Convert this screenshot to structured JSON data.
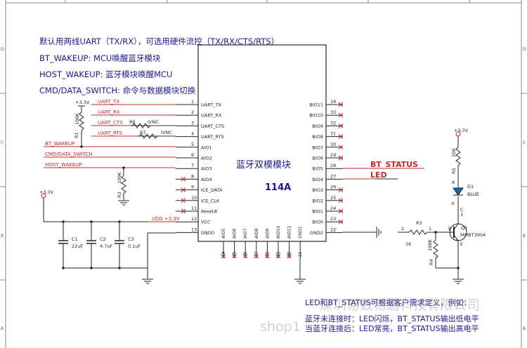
{
  "notes": [
    "默认用两线UART（TX/RX），可选用硬件流控（TX/RX/CTS/RTS）",
    "BT_WAKEUP: MCU唤醒蓝牙模块",
    "HOST_WAKEUP: 蓝牙模块唤醒MCU",
    "CMD/DATA_SWITCH: 命令与数据模块切换"
  ],
  "chip": {
    "name": "蓝牙双模模块",
    "part": "114A"
  },
  "left_pins": [
    {
      "num": "1",
      "name": "UART_TX"
    },
    {
      "num": "2",
      "name": "UART_RX"
    },
    {
      "num": "3",
      "name": "UART_CTS"
    },
    {
      "num": "4",
      "name": "UART_RTS"
    },
    {
      "num": "5",
      "name": "AIO1"
    },
    {
      "num": "6",
      "name": "AIO2"
    },
    {
      "num": "7",
      "name": "AIO3"
    },
    {
      "num": "8",
      "name": "AIO4"
    },
    {
      "num": "9",
      "name": "ICE_DATA"
    },
    {
      "num": "10",
      "name": "ICE_CLK"
    },
    {
      "num": "11",
      "name": "Reset#"
    },
    {
      "num": "12",
      "name": "VCC"
    },
    {
      "num": "13",
      "name": "GND0"
    }
  ],
  "right_pins": [
    {
      "num": "34",
      "name": "BIO11"
    },
    {
      "num": "33",
      "name": "BIO10"
    },
    {
      "num": "32",
      "name": "BIO9"
    },
    {
      "num": "31",
      "name": "BIO8"
    },
    {
      "num": "30",
      "name": "BIO7"
    },
    {
      "num": "29",
      "name": "BIO6"
    },
    {
      "num": "28",
      "name": "BIO5"
    },
    {
      "num": "27",
      "name": "BIO4"
    },
    {
      "num": "26",
      "name": "BIO3"
    },
    {
      "num": "25",
      "name": "BIO2"
    },
    {
      "num": "24",
      "name": "BIO1"
    },
    {
      "num": "23",
      "name": "BIO0"
    },
    {
      "num": "22",
      "name": "GND2"
    }
  ],
  "bottom_pins": [
    {
      "num": "14",
      "name": "AIO5"
    },
    {
      "num": "15",
      "name": "AIO6"
    },
    {
      "num": "16",
      "name": "AIO7"
    },
    {
      "num": "17",
      "name": "AIO8"
    },
    {
      "num": "18",
      "name": "AIO9"
    },
    {
      "num": "19",
      "name": "AIO10"
    },
    {
      "num": "20",
      "name": "AIO11"
    },
    {
      "num": "21",
      "name": "GND1"
    }
  ],
  "nets": {
    "uart_tx": "UART_TX",
    "uart_rx": "UART_RX",
    "uart_cts": "UART_CTS",
    "uart_rts": "UART_RTS",
    "bt_wakeup": "BT_WAKEUP",
    "cmd_switch": "CMD/DATA_SWITCH",
    "host_wakeup": "HOST_WAKEUP",
    "vdd": "VDD +3.3V",
    "bt_status": "BT_STATUS",
    "led": "LED"
  },
  "supply": "+3.3V",
  "parts": {
    "r1": {
      "ref": "R1",
      "value": "100K"
    },
    "r2": {
      "ref": "R2",
      "value": "100K"
    },
    "r6": {
      "ref": "R6",
      "value": "0/NC"
    },
    "r7": {
      "ref": "R7",
      "value": "0/NC"
    },
    "c1": {
      "ref": "C1",
      "value": "22uF"
    },
    "c2": {
      "ref": "C2",
      "value": "4.7uF"
    },
    "c3": {
      "ref": "C3",
      "value": "0.1uF"
    },
    "r3": {
      "ref": "R3",
      "value": "1K"
    },
    "r4": {
      "ref": "R4",
      "value": "100K"
    },
    "r5": {
      "ref": "R5",
      "value": "200"
    },
    "d1": {
      "ref": "D1",
      "value": "BLUE"
    },
    "q1": {
      "ref": "Q1",
      "value": "MMBT3904"
    }
  },
  "pin_labels": {
    "p1": "1",
    "p2": "2",
    "p3": "3",
    "pb": "B",
    "pc": "C",
    "pe": "E",
    "pa": "A",
    "pk": "K"
  },
  "border_labels": {
    "d": "D",
    "c": "C",
    "b": "B",
    "a": "A"
  },
  "footer": [
    "LED和BT_STATUS可根据客户需求定义，例如：",
    "蓝牙未连接时：LED闪烁，BT_STATUS输出低电平",
    "当蓝牙连接后：LED常亮，BT_STATUS输出高电平"
  ],
  "watermarks": [
    "深圳易数易通科技有限公司",
    "shop1"
  ]
}
